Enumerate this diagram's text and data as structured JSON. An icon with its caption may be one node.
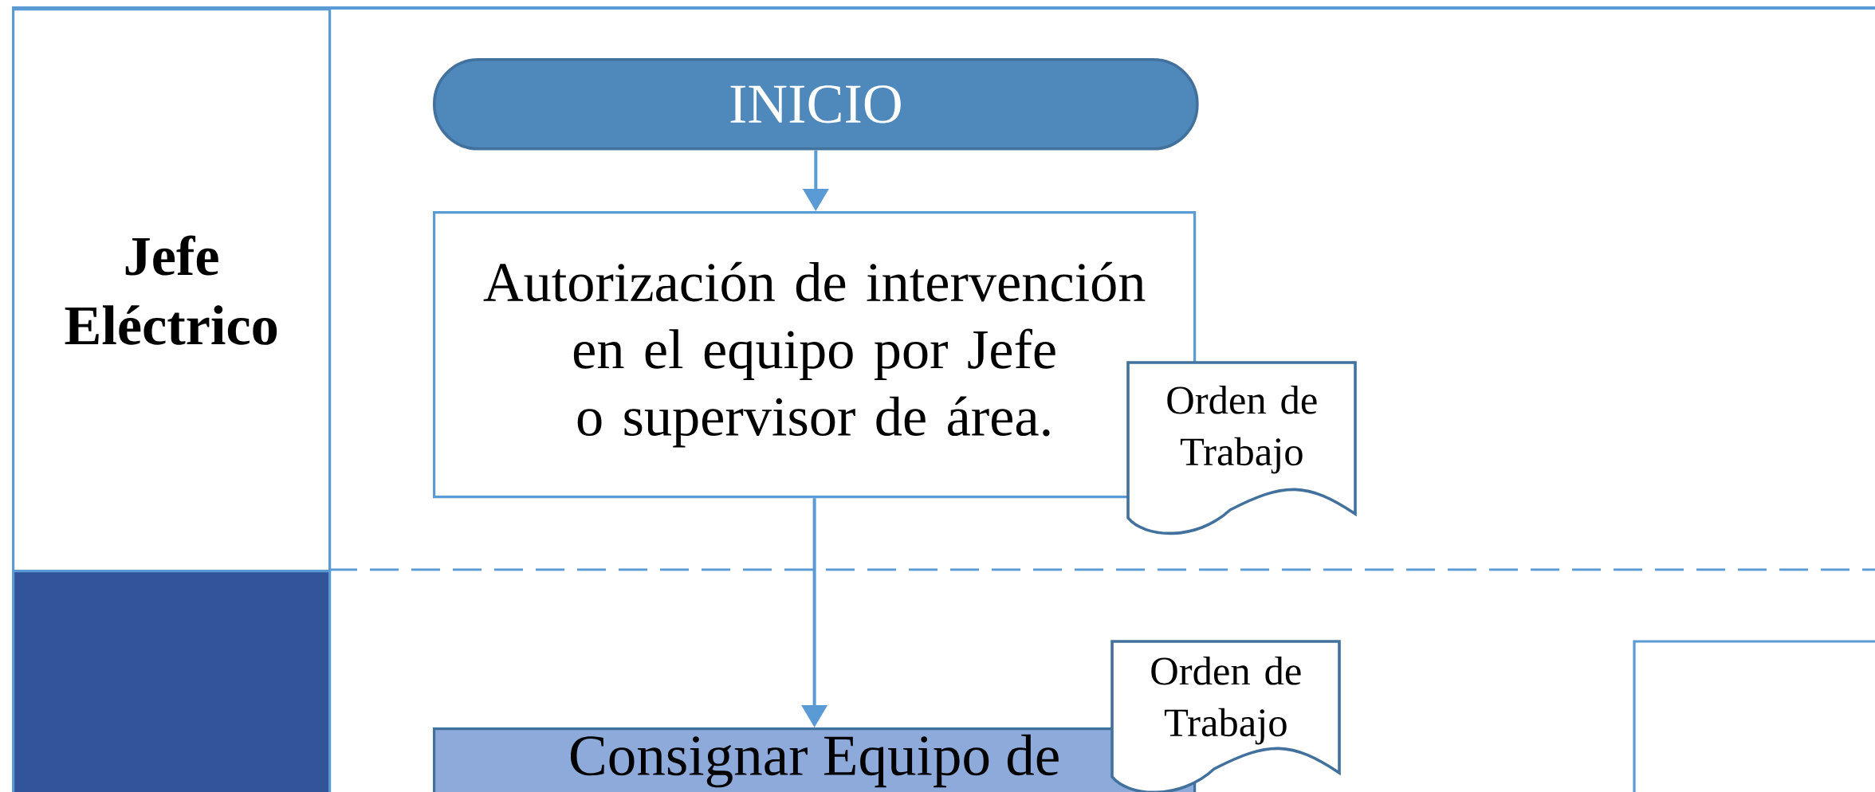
{
  "diagram": {
    "nodes": [
      {
        "text": [
          "Jefe Eléctrico"
        ]
      },
      {
        "text": [],
        "shape": "box"
      },
      {
        "text": [
          "INICIO"
        ]
      },
      {
        "text": [
          "Autorización de intervención en el equipo por Jefe o supervisor de área."
        ]
      },
      {
        "text": [
          "Orden de Trabajo"
        ]
      },
      {
        "text": [
          "Consignar Equipo de"
        ]
      },
      {
        "text": [
          "Orden de Trabajo"
        ]
      },
      {
        "text": [],
        "shape": "box"
      }
    ],
    "edges": [
      {
        "from": 2,
        "to": 3,
        "arrow": "to"
      },
      {
        "from": 3,
        "to": 5,
        "arrow": "to"
      }
    ]
  }
}
